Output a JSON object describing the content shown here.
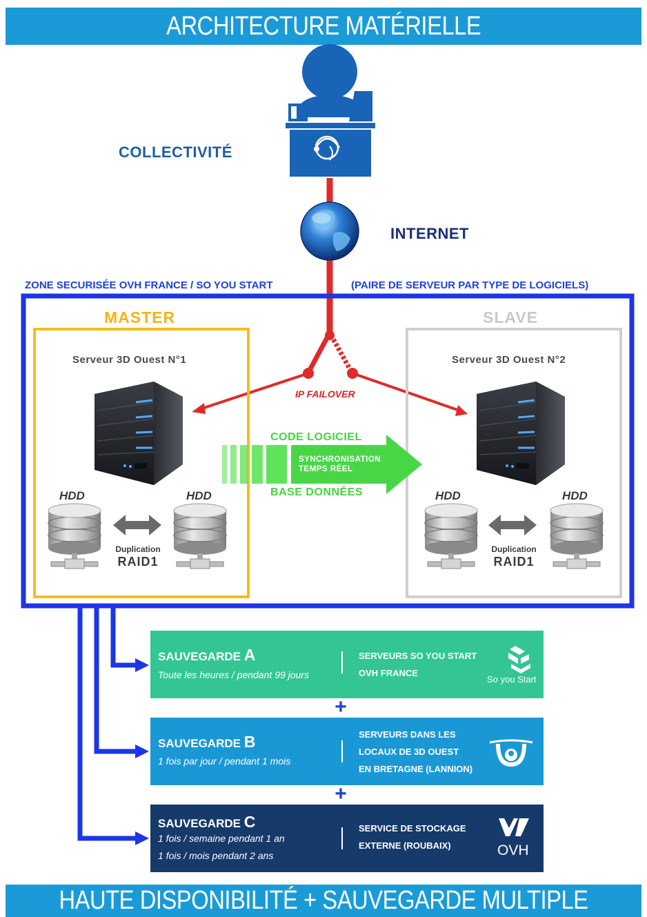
{
  "header": {
    "title": "ARCHITECTURE MATÉRIELLE"
  },
  "footer": {
    "title": "HAUTE DISPONIBILITÉ + SAUVEGARDE MULTIPLE"
  },
  "client": {
    "label": "COLLECTIVITÉ"
  },
  "network": {
    "label": "INTERNET"
  },
  "zone": {
    "left_label": "ZONE SECURISÉE OVH FRANCE / SO YOU START",
    "right_label": "(PAIRE DE SERVEUR PAR TYPE DE LOGICIELS)"
  },
  "failover": {
    "label": "IP FAILOVER"
  },
  "master": {
    "title": "MASTER",
    "server": "Serveur 3D Ouest N°1",
    "hdd_left": "HDD",
    "hdd_right": "HDD",
    "duplication": "Duplication",
    "raid": "RAID1"
  },
  "slave": {
    "title": "SLAVE",
    "server": "Serveur 3D Ouest N°2",
    "hdd_left": "HDD",
    "hdd_right": "HDD",
    "duplication": "Duplication",
    "raid": "RAID1"
  },
  "sync": {
    "top": "CODE LOGICIEL",
    "line1": "SYNCHRONISATION",
    "line2": "TEMPS RÉEL",
    "bottom": "BASE DONNÉES"
  },
  "backups": [
    {
      "prefix": "SAUVEGARDE ",
      "letter": "A",
      "desc": [
        "Toute les heures / pendant 99 jours"
      ],
      "right": [
        "SERVEURS SO YOU START",
        "OVH FRANCE"
      ],
      "logo_text": "So you Start",
      "color": "#33c693"
    },
    {
      "prefix": "SAUVEGARDE ",
      "letter": "B",
      "desc": [
        "1 fois par jour / pendant 1 mois"
      ],
      "right": [
        "SERVEURS DANS LES",
        "LOCAUX DE 3D OUEST",
        "EN BRETAGNE (LANNION)"
      ],
      "color": "#1a98d5"
    },
    {
      "prefix": "SAUVEGARDE ",
      "letter": "C",
      "desc": [
        "1 fois / semaine pendant 1 an",
        "1 fois / mois pendant 2 ans"
      ],
      "right": [
        "SERVICE DE STOCKAGE",
        "EXTERNE (ROUBAIX)"
      ],
      "logo_text": "OVH",
      "color": "#163a6a"
    }
  ],
  "plus": "+"
}
